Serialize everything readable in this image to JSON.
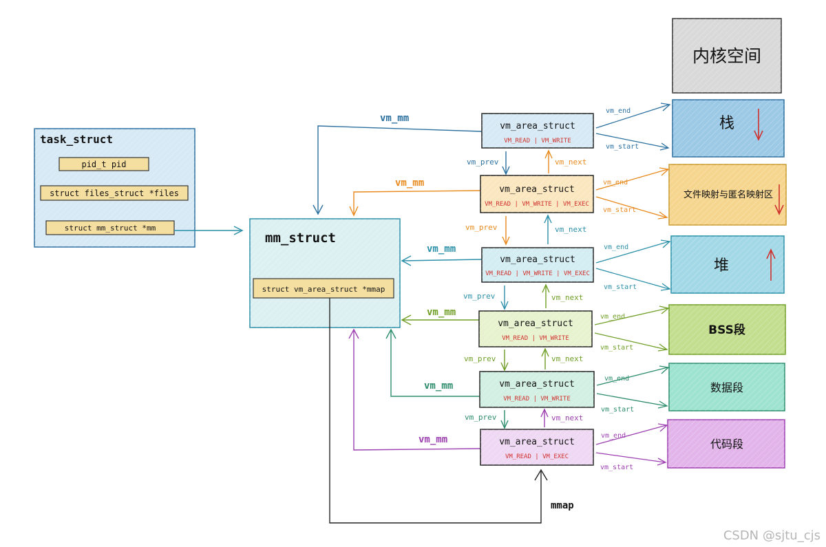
{
  "task_struct": {
    "title": "task_struct",
    "fields": [
      "pid_t   pid",
      "struct files_struct *files",
      "struct mm_struct     *mm"
    ]
  },
  "mm_struct": {
    "title": "mm_struct",
    "field": "struct vm_area_struct *mmap"
  },
  "vmas": [
    {
      "title": "vm_area_struct",
      "flags": "VM_READ  |  VM_WRITE",
      "color": "#2a6f9e"
    },
    {
      "title": "vm_area_struct",
      "flags": "VM_READ | VM_WRITE | VM_EXEC",
      "color": "#e8891c"
    },
    {
      "title": "vm_area_struct",
      "flags": "VM_READ | VM_WRITE | VM_EXEC",
      "color": "#2a8fa8"
    },
    {
      "title": "vm_area_struct",
      "flags": "VM_READ  |  VM_WRITE",
      "color": "#6f9e25"
    },
    {
      "title": "vm_area_struct",
      "flags": "VM_READ  |  VM_WRITE",
      "color": "#2b8c6a"
    },
    {
      "title": "vm_area_struct",
      "flags": "VM_READ  |  VM_EXEC",
      "color": "#9c3fb0"
    }
  ],
  "segments": [
    {
      "label": "内核空间",
      "fill": "#d9d9d9",
      "stroke": "#333333"
    },
    {
      "label": "栈",
      "fill": "#9cc9e6",
      "stroke": "#2a6f9e"
    },
    {
      "label": "文件映射与匿名映射区",
      "fill": "#f6d58e",
      "stroke": "#c99a2e"
    },
    {
      "label": "堆",
      "fill": "#a3d8e6",
      "stroke": "#2a8fa8"
    },
    {
      "label": "BSS段",
      "fill": "#c3de8e",
      "stroke": "#6f9e25"
    },
    {
      "label": "数据段",
      "fill": "#9ee3cf",
      "stroke": "#2b8c6a"
    },
    {
      "label": "代码段",
      "fill": "#e2b4ea",
      "stroke": "#9c3fb0"
    }
  ],
  "labels": {
    "vm_mm": "vm_mm",
    "vm_prev": "vm_prev",
    "vm_next": "vm_next",
    "vm_end": "vm_end",
    "vm_start": "vm_start",
    "mmap": "mmap"
  },
  "watermark": "CSDN @sjtu_cjs"
}
